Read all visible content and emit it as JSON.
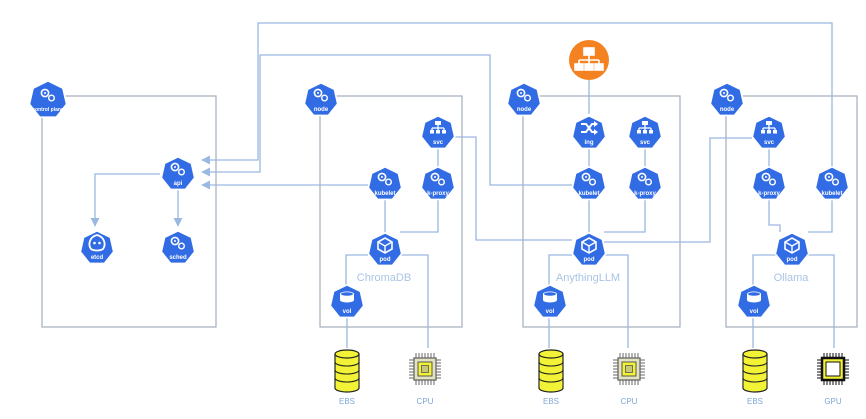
{
  "colors": {
    "k8s_blue": "#326ce5",
    "edge": "#9bb8e0",
    "box": "#9aa6b3",
    "ing_orange": "#f48221",
    "storage_yellow": "#f2f236"
  },
  "control_plane": {
    "control_plane_label": "control plane",
    "api_label": "api",
    "etcd_label": "etcd",
    "sched_label": "sched"
  },
  "nodes": [
    {
      "node_label": "node",
      "svc_label": "svc",
      "kproxy_label": "k-proxy",
      "kubelet_label": "kubelet",
      "pod_label": "pod",
      "vol_label": "vol",
      "app_name": "ChromaDB",
      "storage_label": "EBS",
      "processor_label": "CPU"
    },
    {
      "node_label": "node",
      "ing_label": "ing",
      "svc_label": "svc",
      "kproxy_label": "k-proxy",
      "kubelet_label": "kubelet",
      "pod_label": "pod",
      "vol_label": "vol",
      "app_name": "AnythingLLM",
      "storage_label": "EBS",
      "processor_label": "CPU"
    },
    {
      "node_label": "node",
      "svc_label": "svc",
      "kproxy_label": "k-proxy",
      "kubelet_label": "kubelet",
      "pod_label": "pod",
      "vol_label": "vol",
      "app_name": "Ollama",
      "storage_label": "EBS",
      "processor_label": "GPU"
    }
  ],
  "icons": {
    "k8s": "kubernetes-heptagon-icon",
    "load_balancer": "load-balancer-icon",
    "storage": "ebs-cylinder-icon",
    "cpu": "cpu-chip-icon",
    "gpu": "gpu-chip-icon"
  }
}
